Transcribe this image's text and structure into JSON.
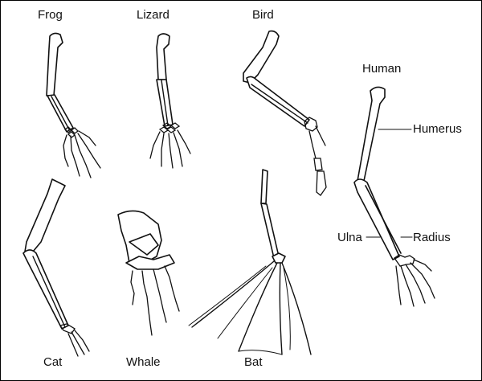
{
  "labels": {
    "frog": "Frog",
    "lizard": "Lizard",
    "bird": "Bird",
    "human": "Human",
    "humerus": "Humerus",
    "cat": "Cat",
    "whale": "Whale",
    "bat": "Bat",
    "ulna": "Ulna",
    "radius": "Radius"
  },
  "colors": {
    "line": "#111111",
    "background": "#ffffff"
  }
}
